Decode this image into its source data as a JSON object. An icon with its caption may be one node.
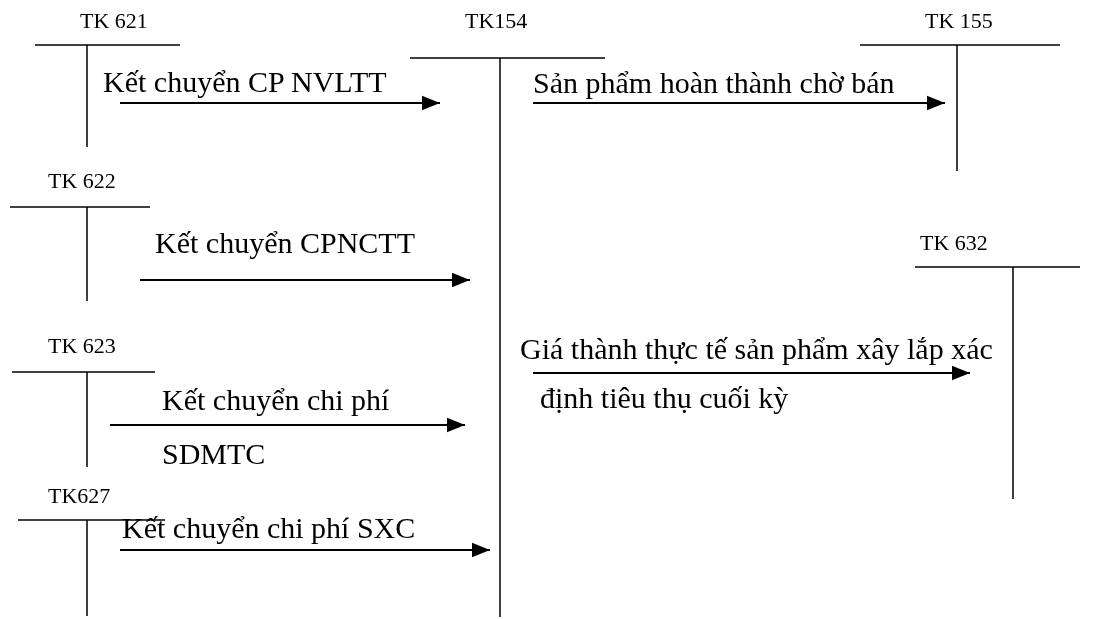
{
  "diagram": {
    "nodes": [
      {
        "text": [
          "TK 621"
        ]
      },
      {
        "text": [
          "TK154"
        ]
      },
      {
        "text": [
          "TK 155"
        ]
      },
      {
        "text": [
          "TK 622"
        ]
      },
      {
        "text": [
          "TK 632"
        ]
      },
      {
        "text": [
          "TK 623"
        ]
      },
      {
        "text": [
          "TK627"
        ]
      }
    ],
    "edges": [
      {
        "from": 0,
        "to": 1,
        "arrow": "to",
        "label": "Kết chuyển CP NVLTT"
      },
      {
        "from": 1,
        "to": 2,
        "arrow": "to",
        "label": "Sản phẩm hoàn thành chờ bán"
      },
      {
        "from": 3,
        "to": 1,
        "arrow": "to",
        "label": "Kết chuyển CPNCTT"
      },
      {
        "from": 1,
        "to": 4,
        "arrow": "to",
        "label": "Giá thành thực tế sản phẩm xây lắp xác định tiêu thụ cuối kỳ"
      },
      {
        "from": 5,
        "to": 1,
        "arrow": "to",
        "label": "Kết chuyển chi phí SDMTC"
      },
      {
        "from": 6,
        "to": 1,
        "arrow": "to",
        "label": "Kết chuyển chi phí SXC"
      }
    ]
  }
}
